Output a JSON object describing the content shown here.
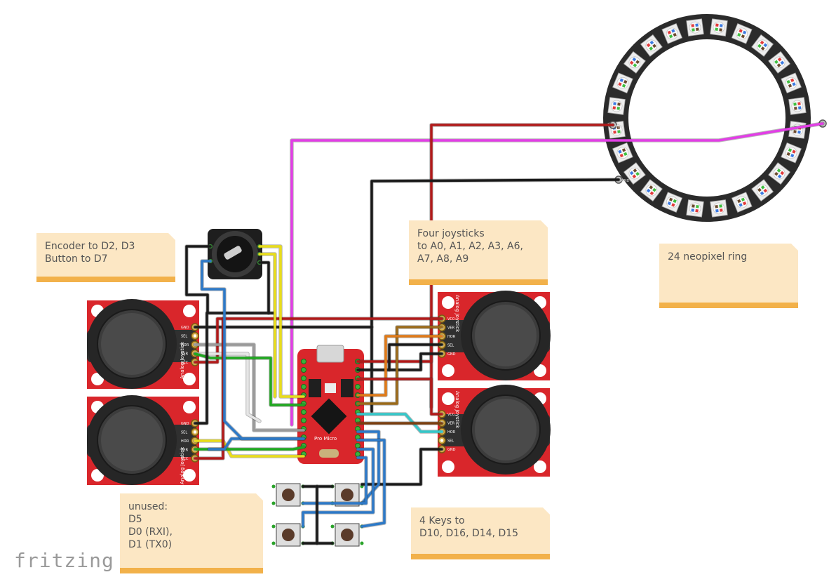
{
  "notes": {
    "encoder": [
      "Encoder to D2, D3",
      "Button to D7"
    ],
    "joysticks": [
      "Four joysticks",
      "to A0, A1, A2, A3, A6,",
      "A7, A8, A9"
    ],
    "ring": [
      "24 neopixel ring"
    ],
    "unused": [
      "unused:",
      "D5",
      "D0 (RXI),",
      "D1 (TX0)"
    ],
    "keys": [
      "4 Keys to",
      "D10, D16, D14, D15"
    ]
  },
  "board_label": "Pro Micro",
  "joystick_pins": [
    "GND",
    "SEL",
    "HOR",
    "VER",
    "VCC"
  ],
  "joystick_label": "Analog Joystick",
  "ring_pins": [
    "PWR",
    "GND",
    "DIN"
  ],
  "logo": "fritzing",
  "colors": {
    "pcb": "#d9262b",
    "note_bg": "#fce7c4",
    "note_bar": "#f2b14a",
    "wire_red": "#b11a1a",
    "wire_black": "#1a1a1a",
    "wire_magenta": "#e23ee6",
    "wire_blue": "#2d79c7",
    "wire_green": "#1fa81f",
    "wire_yellow": "#e9dd1a",
    "wire_gray": "#9a9a9a",
    "wire_white": "#e6e6e6",
    "wire_orange": "#e07a18",
    "wire_brown": "#9a6a1a",
    "wire_cyan": "#34c7c9",
    "wire_darkbrown": "#7a3f10"
  }
}
